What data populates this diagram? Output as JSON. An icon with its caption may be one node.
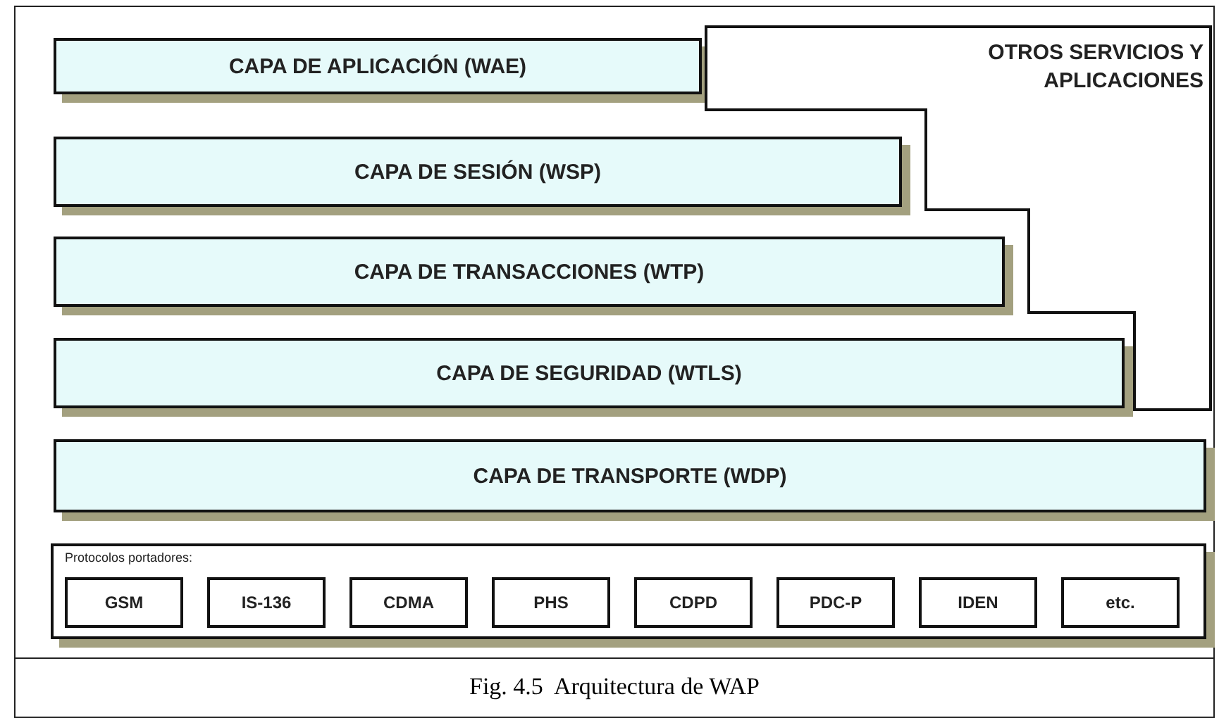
{
  "diagram": {
    "caption": "Fig. 4.5  Arquitectura de WAP",
    "nodes": [
      {
        "text": [
          "CAPA DE APLICACIÓN (WAE)"
        ]
      },
      {
        "text": [
          "OTROS SERVICIOS Y APLICACIONES"
        ]
      },
      {
        "text": [
          "CAPA DE SESIÓN (WSP)"
        ]
      },
      {
        "text": [
          "CAPA DE TRANSACCIONES (WTP)"
        ]
      },
      {
        "text": [
          "CAPA DE SEGURIDAD (WTLS)"
        ]
      },
      {
        "text": [
          "CAPA DE TRANSPORTE (WDP)"
        ]
      },
      {
        "text": [
          "Protocolos portadores:"
        ]
      },
      {
        "text": [
          "GSM"
        ],
        "in": 6
      },
      {
        "text": [
          "IS-136"
        ],
        "in": 6
      },
      {
        "text": [
          "CDMA"
        ],
        "in": 6
      },
      {
        "text": [
          "PHS"
        ],
        "in": 6
      },
      {
        "text": [
          "CDPD"
        ],
        "in": 6
      },
      {
        "text": [
          "PDC-P"
        ],
        "in": 6
      },
      {
        "text": [
          "IDEN"
        ],
        "in": 6
      },
      {
        "text": [
          "etc."
        ],
        "in": 6
      }
    ]
  }
}
